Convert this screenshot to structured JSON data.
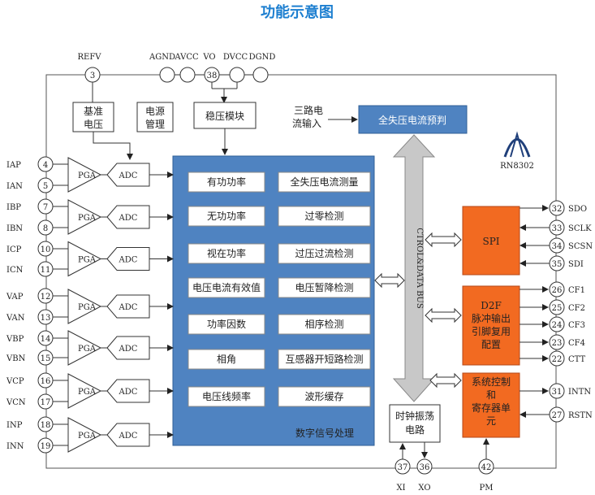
{
  "title": "功能示意图",
  "logo": {
    "text": "RN8302"
  },
  "top_pins": [
    {
      "label": "REFV",
      "num": "3"
    },
    {
      "label": "AGND",
      "num": ""
    },
    {
      "label": "AVCC",
      "num": ""
    },
    {
      "label": "VO",
      "num": "38"
    },
    {
      "label": "DVCC",
      "num": ""
    },
    {
      "label": "DGND",
      "num": ""
    }
  ],
  "blocks": {
    "ref": [
      "基准",
      "电压"
    ],
    "power": [
      "电源",
      "管理"
    ],
    "regulator": "稳压模块",
    "three_phase_in": [
      "三路电",
      "流输入"
    ],
    "loss_predict": "全失压电流预判",
    "bus": "CTROL&DATA BUS",
    "dsp": "数字信号处理",
    "clock": [
      "时钟振荡",
      "电路"
    ],
    "spi": "SPI",
    "d2f": [
      "D2F",
      "脉冲输出",
      "引脚复用",
      "配置"
    ],
    "sysctrl": [
      "系统控制",
      "和",
      "寄存器单",
      "元"
    ],
    "pga": "PGA",
    "adc": "ADC"
  },
  "functions": [
    [
      "有功功率",
      "全失压电流测量"
    ],
    [
      "无功功率",
      "过零检测"
    ],
    [
      "视在功率",
      "过压过流检测"
    ],
    [
      "电压电流有效值",
      "电压暂降检测"
    ],
    [
      "功率因数",
      "相序检测"
    ],
    [
      "相角",
      "互感器开短路检测"
    ],
    [
      "电压线频率",
      "波形缓存"
    ]
  ],
  "left_pins": [
    {
      "label": "IAP",
      "num": "4"
    },
    {
      "label": "IAN",
      "num": "5"
    },
    {
      "label": "IBP",
      "num": "7"
    },
    {
      "label": "IBN",
      "num": "8"
    },
    {
      "label": "ICP",
      "num": "10"
    },
    {
      "label": "ICN",
      "num": "11"
    },
    {
      "label": "VAP",
      "num": "12"
    },
    {
      "label": "VAN",
      "num": "13"
    },
    {
      "label": "VBP",
      "num": "14"
    },
    {
      "label": "VBN",
      "num": "15"
    },
    {
      "label": "VCP",
      "num": "16"
    },
    {
      "label": "VCN",
      "num": "17"
    },
    {
      "label": "INP",
      "num": "18"
    },
    {
      "label": "INN",
      "num": "19"
    }
  ],
  "right_pins": [
    {
      "label": "SDO",
      "num": "32"
    },
    {
      "label": "SCLK",
      "num": "33"
    },
    {
      "label": "SCSN",
      "num": "34"
    },
    {
      "label": "SDI",
      "num": "35"
    },
    {
      "label": "CF1",
      "num": "26"
    },
    {
      "label": "CF2",
      "num": "25"
    },
    {
      "label": "CF3",
      "num": "24"
    },
    {
      "label": "CF4",
      "num": "23"
    },
    {
      "label": "CTT",
      "num": "22"
    },
    {
      "label": "INTN",
      "num": "31"
    },
    {
      "label": "RSTN",
      "num": "27"
    }
  ],
  "bottom_pins": [
    {
      "label": "XI",
      "num": "37"
    },
    {
      "label": "XO",
      "num": "36"
    },
    {
      "label": "PM",
      "num": "42"
    }
  ],
  "colors": {
    "blue_block": "#4f83c1",
    "orange_block": "#f26a21",
    "bus_gray": "#c8c8c8",
    "title_blue": "#1d7fd0"
  }
}
